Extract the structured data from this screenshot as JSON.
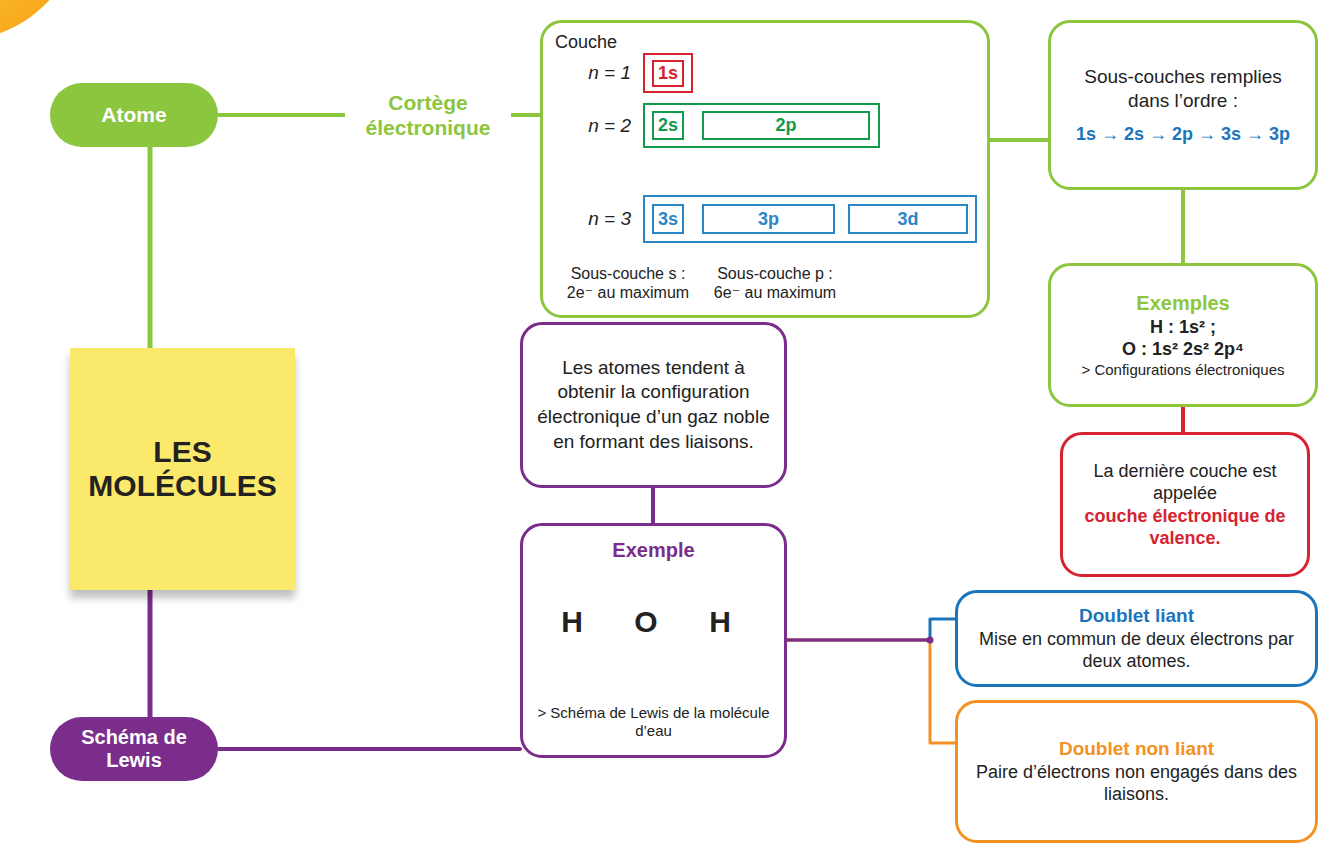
{
  "diagram": {
    "nodes": [
      {
        "text": [
          "Atome"
        ]
      },
      {
        "text": [
          "Couche"
        ]
      },
      {
        "text": [
          "n = 1"
        ],
        "in": 1
      },
      {
        "text": [
          "1s"
        ],
        "in": 2
      },
      {
        "text": [
          "n = 2"
        ],
        "in": 1
      },
      {
        "text": [
          "2s"
        ],
        "in": 4
      },
      {
        "text": [
          "2p"
        ],
        "in": 4
      },
      {
        "text": [
          "n = 3"
        ],
        "in": 1
      },
      {
        "text": [
          "3s"
        ],
        "in": 7
      },
      {
        "text": [
          "3p"
        ],
        "in": 7
      },
      {
        "text": [
          "3d"
        ],
        "in": 7
      },
      {
        "text": [
          "Sous-couches remplies dans l’ordre :",
          "1s → 2s → 2p → 3s → 3p"
        ]
      },
      {
        "text": [
          "Exemples",
          "H : 1s² ;",
          "O : 1s² 2s² 2p⁴",
          "> Configurations électroniques"
        ]
      },
      {
        "text": [
          "La dernière couche est appelée",
          "couche électronique de valence."
        ]
      },
      {
        "text": [
          "LES MOLÉCULES"
        ]
      },
      {
        "text": [
          "Schéma de Lewis"
        ]
      },
      {
        "text": [
          "Les atomes tendent à obtenir la configuration électronique d’un gaz noble en formant des liaisons."
        ]
      },
      {
        "text": [
          "Exemple",
          "> Schéma de Lewis de la molécule d’eau"
        ]
      },
      {
        "text": [
          "Doublet liant",
          "Mise en commun de deux électrons par deux atomes."
        ]
      },
      {
        "text": [
          "Doublet non liant",
          "Paire d’électrons non engagés dans des liaisons."
        ]
      }
    ],
    "edges": [
      {
        "from": 0,
        "to": 1,
        "arrow": "none",
        "label": "Cortège électronique"
      },
      {
        "from": 0,
        "to": 14,
        "arrow": "none"
      },
      {
        "from": 14,
        "to": 15,
        "arrow": "none"
      },
      {
        "from": 1,
        "to": 11,
        "arrow": "none"
      },
      {
        "from": 11,
        "to": 12,
        "arrow": "none"
      },
      {
        "from": 12,
        "to": 13,
        "arrow": "none"
      },
      {
        "from": 15,
        "to": 17,
        "arrow": "none"
      },
      {
        "from": 16,
        "to": 17,
        "arrow": "none"
      },
      {
        "from": 17,
        "to": 18,
        "arrow": "none"
      },
      {
        "from": 17,
        "to": 19,
        "arrow": "none"
      }
    ],
    "labels": [
      "Sous-couche s : 2e⁻ au maximum",
      "Sous-couche p : 6e⁻ au maximum",
      "H",
      "O",
      "H"
    ]
  }
}
